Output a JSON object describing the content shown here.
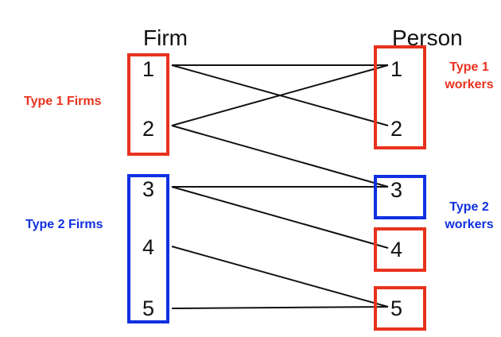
{
  "columns": {
    "left_title": "Firm",
    "right_title": "Person"
  },
  "firms": [
    "1",
    "2",
    "3",
    "4",
    "5"
  ],
  "persons": [
    "1",
    "2",
    "3",
    "4",
    "5"
  ],
  "groups": {
    "type1_firms": "Type 1 Firms",
    "type2_firms": "Type 2 Firms",
    "type1_workers_line1": "Type 1",
    "type1_workers_line2": "workers",
    "type2_workers_line1": "Type 2",
    "type2_workers_line2": "workers"
  },
  "colors": {
    "type1": "#e8321e",
    "type2": "#1030e0",
    "line": "#111111"
  },
  "edges": [
    {
      "from": "firm-1",
      "to": "person-1"
    },
    {
      "from": "firm-1",
      "to": "person-2"
    },
    {
      "from": "firm-2",
      "to": "person-1"
    },
    {
      "from": "firm-2",
      "to": "person-3"
    },
    {
      "from": "firm-3",
      "to": "person-3"
    },
    {
      "from": "firm-3",
      "to": "person-4"
    },
    {
      "from": "firm-4",
      "to": "person-5"
    },
    {
      "from": "firm-5",
      "to": "person-5"
    }
  ]
}
